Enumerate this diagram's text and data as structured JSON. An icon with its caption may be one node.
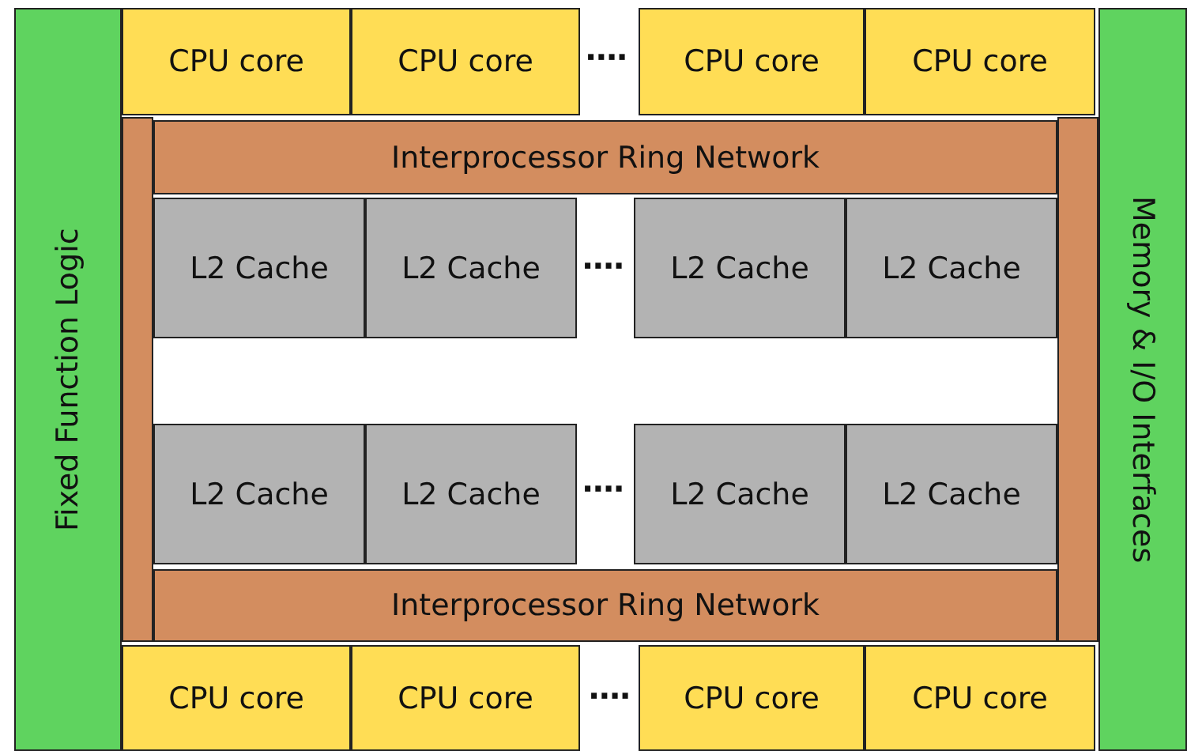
{
  "diagram": {
    "nodes": [
      {
        "text": [
          "Fixed Function Logic"
        ]
      },
      {
        "text": [
          "CPU core"
        ]
      },
      {
        "text": [
          "CPU core"
        ]
      },
      {
        "text": [
          "CPU core"
        ]
      },
      {
        "text": [
          "CPU core"
        ]
      },
      {
        "text": [
          "Memory & I/O Interfaces"
        ]
      },
      {
        "text": [],
        "shape": "bar"
      },
      {
        "text": [
          "Interprocessor Ring Network"
        ]
      },
      {
        "text": [],
        "shape": "bar"
      },
      {
        "text": [
          "L2 Cache"
        ]
      },
      {
        "text": [
          "L2 Cache"
        ]
      },
      {
        "text": [
          "L2 Cache"
        ]
      },
      {
        "text": [
          "L2 Cache"
        ]
      },
      {
        "text": [
          "L2 Cache"
        ]
      },
      {
        "text": [
          "L2 Cache"
        ]
      },
      {
        "text": [
          "L2 Cache"
        ]
      },
      {
        "text": [
          "L2 Cache"
        ]
      },
      {
        "text": [
          "Interprocessor Ring Network"
        ]
      },
      {
        "text": [
          "CPU core"
        ]
      },
      {
        "text": [
          "CPU core"
        ]
      },
      {
        "text": [
          "CPU core"
        ]
      },
      {
        "text": [
          "CPU core"
        ]
      }
    ],
    "edges": [],
    "labels": [
      "····",
      "····",
      "····",
      "····"
    ]
  }
}
